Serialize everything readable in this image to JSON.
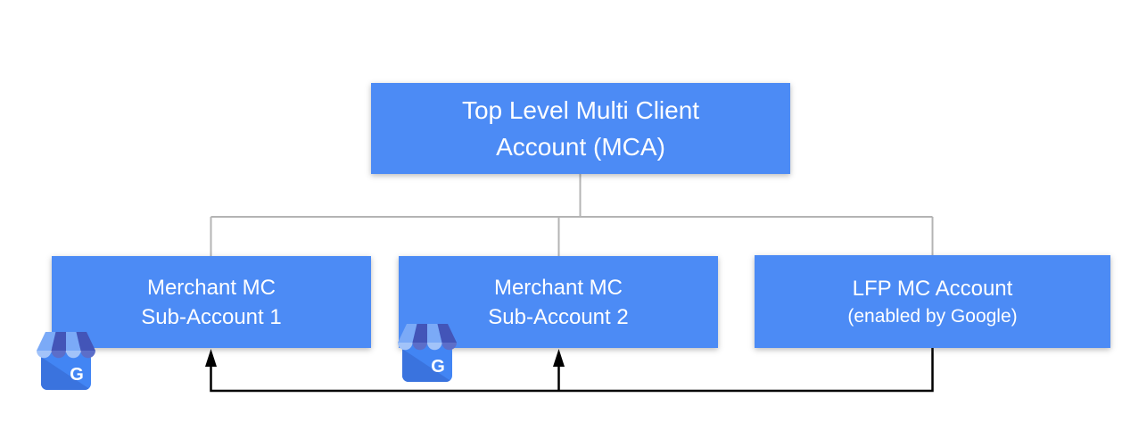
{
  "diagram": {
    "title_hint": "Merchant Center multi-client account structure",
    "root": {
      "line1": "Top Level Multi Client",
      "line2": "Account (MCA)"
    },
    "children": [
      {
        "id": "merchant-1",
        "line1": "Merchant MC",
        "line2": "Sub-Account 1",
        "icon": "google-my-business-icon"
      },
      {
        "id": "merchant-2",
        "line1": "Merchant MC",
        "line2": "Sub-Account 2",
        "icon": "google-my-business-icon"
      },
      {
        "id": "lfp",
        "line1": "LFP MC Account",
        "line2": "(enabled by Google)",
        "icon": null
      }
    ],
    "connections": {
      "tree_links": "gray lines from Top Level MCA down to all three sub-accounts",
      "arrow_links": "black arrows from LFP MC Account bottom pointing up into Merchant MC Sub-Account 1 and Sub-Account 2"
    }
  },
  "icons": {
    "gmb": {
      "name": "google-my-business-icon",
      "letter": "G"
    }
  },
  "colors": {
    "canvas_bg": "#FFFFFF",
    "box_blue": "#4C8BF5",
    "node_text": "#FFFFFF",
    "line_gray": "#B4B4B4",
    "line_black": "#000000",
    "icon_base": "#4285F4",
    "icon_base_shade": "#3A73DE",
    "icon_stripe_light": "#7BAAF7",
    "icon_stripe_dark": "#4355B8",
    "icon_scallop_light": "#A2C3F9",
    "icon_scallop_dark": "#5C6EC9",
    "icon_g": "#FFFFFF"
  }
}
